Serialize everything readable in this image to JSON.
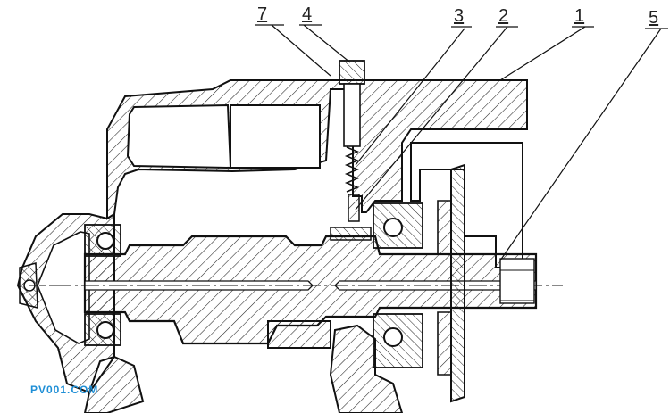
{
  "callouts": [
    {
      "id": "7",
      "label": "7"
    },
    {
      "id": "4",
      "label": "4"
    },
    {
      "id": "3",
      "label": "3"
    },
    {
      "id": "2",
      "label": "2"
    },
    {
      "id": "1",
      "label": "1"
    },
    {
      "id": "5",
      "label": "5"
    }
  ],
  "watermark": "PV001.COM",
  "colors": {
    "line": "#111111",
    "hatch": "#222222",
    "watermark": "#1f8fd6",
    "background": "#ffffff"
  }
}
